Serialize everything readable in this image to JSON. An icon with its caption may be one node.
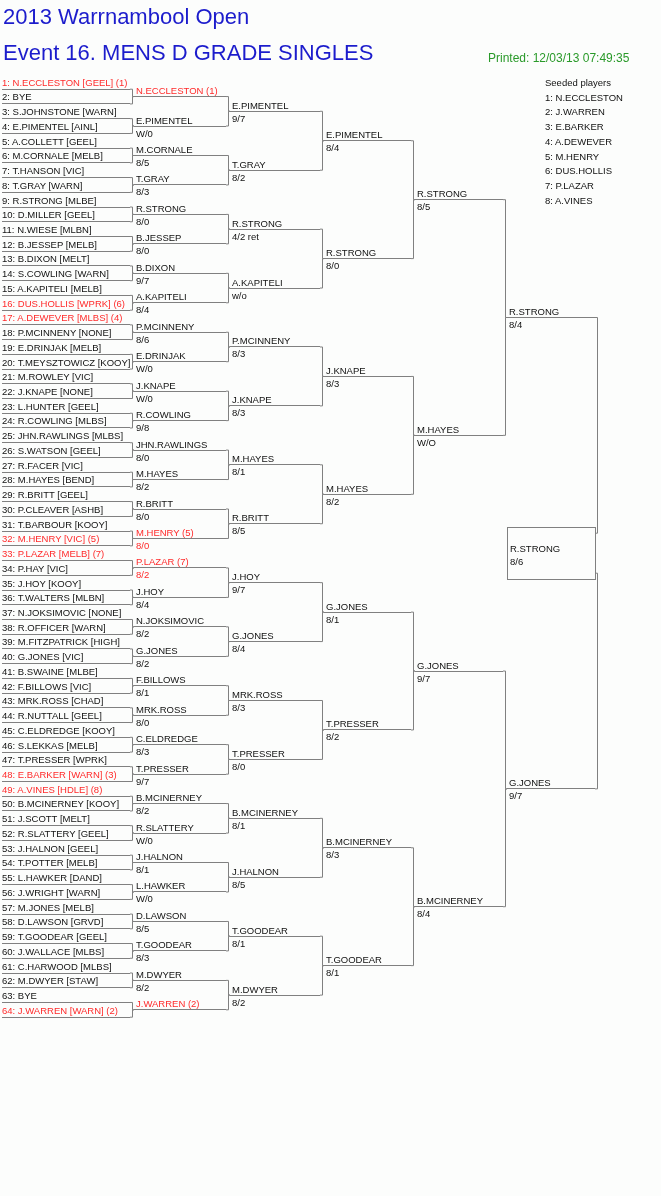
{
  "diagram": {
    "title": "2013 Warrnambool Open",
    "nodes": [
      {
        "text": [
          "1: N.ECCLESTON [GEEL] (1)"
        ]
      },
      {
        "text": [
          "2: BYE"
        ]
      },
      {
        "text": [
          "3: S.JOHNSTONE [WARN]"
        ]
      },
      {
        "text": [
          "4: E.PIMENTEL [AINL]"
        ]
      },
      {
        "text": [
          "5: A.COLLETT [GEEL]"
        ]
      },
      {
        "text": [
          "6: M.CORNALE [MELB]"
        ]
      },
      {
        "text": [
          "7: T.HANSON [VIC]"
        ]
      },
      {
        "text": [
          "8: T.GRAY [WARN]"
        ]
      },
      {
        "text": [
          "9: R.STRONG [MLBE]"
        ]
      },
      {
        "text": [
          "10: D.MILLER [GEEL]"
        ]
      },
      {
        "text": [
          "11: N.WIESE [MLBN]"
        ]
      },
      {
        "text": [
          "12: B.JESSEP [MELB]"
        ]
      },
      {
        "text": [
          "13: B.DIXON [MELT]"
        ]
      },
      {
        "text": [
          "14: S.COWLING [WARN]"
        ]
      },
      {
        "text": [
          "15: A.KAPITELI [MELB]"
        ]
      },
      {
        "text": [
          "16: DUS.HOLLIS [WPRK] (6)"
        ]
      },
      {
        "text": [
          "17: A.DEWEVER [MLBS] (4)"
        ]
      },
      {
        "text": [
          "18: P.MCINNENY [NONE]"
        ]
      },
      {
        "text": [
          "19: E.DRINJAK [MELB]"
        ]
      },
      {
        "text": [
          "20: T.MEYSZTOWICZ [KOOY]"
        ]
      },
      {
        "text": [
          "21: M.ROWLEY [VIC]"
        ]
      },
      {
        "text": [
          "22: J.KNAPE [NONE]"
        ]
      },
      {
        "text": [
          "23: L.HUNTER [GEEL]"
        ]
      },
      {
        "text": [
          "24: R.COWLING [MLBS]"
        ]
      },
      {
        "text": [
          "25: JHN.RAWLINGS [MLBS]"
        ]
      },
      {
        "text": [
          "26: S.WATSON [GEEL]"
        ]
      },
      {
        "text": [
          "27: R.FACER [VIC]"
        ]
      },
      {
        "text": [
          "28: M.HAYES [BEND]"
        ]
      },
      {
        "text": [
          "29: R.BRITT [GEEL]"
        ]
      },
      {
        "text": [
          "30: P.CLEAVER [ASHB]"
        ]
      },
      {
        "text": [
          "31: T.BARBOUR [KOOY]"
        ]
      },
      {
        "text": [
          "32: M.HENRY [VIC] (5)"
        ]
      },
      {
        "text": [
          "33: P.LAZAR [MELB] (7)"
        ]
      },
      {
        "text": [
          "34: P.HAY [VIC]"
        ]
      },
      {
        "text": [
          "35: J.HOY [KOOY]"
        ]
      },
      {
        "text": [
          "36: T.WALTERS [MLBN]"
        ]
      },
      {
        "text": [
          "37: N.JOKSIMOVIC [NONE]"
        ]
      },
      {
        "text": [
          "38: R.OFFICER [WARN]"
        ]
      },
      {
        "text": [
          "39: M.FITZPATRICK [HIGH]"
        ]
      },
      {
        "text": [
          "40: G.JONES [VIC]"
        ]
      },
      {
        "text": [
          "41: B.SWAINE [MLBE]"
        ]
      },
      {
        "text": [
          "42: F.BILLOWS [VIC]"
        ]
      },
      {
        "text": [
          "43: MRK.ROSS [CHAD]"
        ]
      },
      {
        "text": [
          "44: R.NUTTALL [GEEL]"
        ]
      },
      {
        "text": [
          "45: C.ELDREDGE [KOOY]"
        ]
      },
      {
        "text": [
          "46: S.LEKKAS [MELB]"
        ]
      },
      {
        "text": [
          "47: T.PRESSER [WPRK]"
        ]
      },
      {
        "text": [
          "48: E.BARKER [WARN] (3)"
        ]
      },
      {
        "text": [
          "49: A.VINES [HDLE] (8)"
        ]
      },
      {
        "text": [
          "50: B.MCINERNEY [KOOY]"
        ]
      },
      {
        "text": [
          "51: J.SCOTT [MELT]"
        ]
      },
      {
        "text": [
          "52: R.SLATTERY [GEEL]"
        ]
      },
      {
        "text": [
          "53: J.HALNON [GEEL]"
        ]
      },
      {
        "text": [
          "54: T.POTTER [MELB]"
        ]
      },
      {
        "text": [
          "55: L.HAWKER [DAND]"
        ]
      },
      {
        "text": [
          "56: J.WRIGHT [WARN]"
        ]
      },
      {
        "text": [
          "57: M.JONES [MELB]"
        ]
      },
      {
        "text": [
          "58: D.LAWSON [GRVD]"
        ]
      },
      {
        "text": [
          "59: T.GOODEAR [GEEL]"
        ]
      },
      {
        "text": [
          "60: J.WALLACE [MLBS]"
        ]
      },
      {
        "text": [
          "61: C.HARWOOD [MLBS]"
        ]
      },
      {
        "text": [
          "62: M.DWYER [STAW]"
        ]
      },
      {
        "text": [
          "63: BYE"
        ]
      },
      {
        "text": [
          "64: J.WARREN [WARN] (2)"
        ]
      },
      {
        "text": [
          "N.ECCLESTON (1)"
        ]
      },
      {
        "text": [
          "E.PIMENTEL",
          "W/0"
        ]
      },
      {
        "text": [
          "M.CORNALE",
          "8/5"
        ]
      },
      {
        "text": [
          "T.GRAY",
          "8/3"
        ]
      },
      {
        "text": [
          "R.STRONG",
          "8/0"
        ]
      },
      {
        "text": [
          "B.JESSEP",
          "8/0"
        ]
      },
      {
        "text": [
          "B.DIXON",
          "9/7"
        ]
      },
      {
        "text": [
          "A.KAPITELI",
          "8/4"
        ]
      },
      {
        "text": [
          "P.MCINNENY",
          "8/6"
        ]
      },
      {
        "text": [
          "E.DRINJAK",
          "W/0"
        ]
      },
      {
        "text": [
          "J.KNAPE",
          "W/0"
        ]
      },
      {
        "text": [
          "R.COWLING",
          "9/8"
        ]
      },
      {
        "text": [
          "JHN.RAWLINGS",
          "8/0"
        ]
      },
      {
        "text": [
          "M.HAYES",
          "8/2"
        ]
      },
      {
        "text": [
          "R.BRITT",
          "8/0"
        ]
      },
      {
        "text": [
          "M.HENRY (5)",
          "8/0"
        ]
      },
      {
        "text": [
          "P.LAZAR (7)",
          "8/2"
        ]
      },
      {
        "text": [
          "J.HOY",
          "8/4"
        ]
      },
      {
        "text": [
          "N.JOKSIMOVIC",
          "8/2"
        ]
      },
      {
        "text": [
          "G.JONES",
          "8/2"
        ]
      },
      {
        "text": [
          "F.BILLOWS",
          "8/1"
        ]
      },
      {
        "text": [
          "MRK.ROSS",
          "8/0"
        ]
      },
      {
        "text": [
          "C.ELDREDGE",
          "8/3"
        ]
      },
      {
        "text": [
          "T.PRESSER",
          "9/7"
        ]
      },
      {
        "text": [
          "B.MCINERNEY",
          "8/2"
        ]
      },
      {
        "text": [
          "R.SLATTERY",
          "W/0"
        ]
      },
      {
        "text": [
          "J.HALNON",
          "8/1"
        ]
      },
      {
        "text": [
          "L.HAWKER",
          "W/0"
        ]
      },
      {
        "text": [
          "D.LAWSON",
          "8/5"
        ]
      },
      {
        "text": [
          "T.GOODEAR",
          "8/3"
        ]
      },
      {
        "text": [
          "M.DWYER",
          "8/2"
        ]
      },
      {
        "text": [
          "J.WARREN (2)"
        ]
      },
      {
        "text": [
          "E.PIMENTEL",
          "9/7"
        ]
      },
      {
        "text": [
          "T.GRAY",
          "8/2"
        ]
      },
      {
        "text": [
          "R.STRONG",
          "4/2 ret"
        ]
      },
      {
        "text": [
          "A.KAPITELI",
          "w/o"
        ]
      },
      {
        "text": [
          "P.MCINNENY",
          "8/3"
        ]
      },
      {
        "text": [
          "J.KNAPE",
          "8/3"
        ]
      },
      {
        "text": [
          "M.HAYES",
          "8/1"
        ]
      },
      {
        "text": [
          "R.BRITT",
          "8/5"
        ]
      },
      {
        "text": [
          "J.HOY",
          "9/7"
        ]
      },
      {
        "text": [
          "G.JONES",
          "8/4"
        ]
      },
      {
        "text": [
          "MRK.ROSS",
          "8/3"
        ]
      },
      {
        "text": [
          "T.PRESSER",
          "8/0"
        ]
      },
      {
        "text": [
          "B.MCINERNEY",
          "8/1"
        ]
      },
      {
        "text": [
          "J.HALNON",
          "8/5"
        ]
      },
      {
        "text": [
          "T.GOODEAR",
          "8/1"
        ]
      },
      {
        "text": [
          "M.DWYER",
          "8/2"
        ]
      },
      {
        "text": [
          "E.PIMENTEL",
          "8/4"
        ]
      },
      {
        "text": [
          "R.STRONG",
          "8/0"
        ]
      },
      {
        "text": [
          "J.KNAPE",
          "8/3"
        ]
      },
      {
        "text": [
          "M.HAYES",
          "8/2"
        ]
      },
      {
        "text": [
          "G.JONES",
          "8/1"
        ]
      },
      {
        "text": [
          "T.PRESSER",
          "8/2"
        ]
      },
      {
        "text": [
          "B.MCINERNEY",
          "8/3"
        ]
      },
      {
        "text": [
          "T.GOODEAR",
          "8/1"
        ]
      },
      {
        "text": [
          "R.STRONG",
          "8/5"
        ]
      },
      {
        "text": [
          "M.HAYES",
          "W/O"
        ]
      },
      {
        "text": [
          "G.JONES",
          "9/7"
        ]
      },
      {
        "text": [
          "B.MCINERNEY",
          "8/4"
        ]
      },
      {
        "text": [
          "R.STRONG",
          "8/4"
        ]
      },
      {
        "text": [
          "G.JONES",
          "9/7"
        ]
      },
      {
        "text": [
          "R.STRONG",
          "8/6"
        ]
      }
    ],
    "edges": [
      {
        "from": 0,
        "to": 64,
        "arrow": "none"
      },
      {
        "from": 1,
        "to": 64,
        "arrow": "none"
      },
      {
        "from": 2,
        "to": 65,
        "arrow": "none"
      },
      {
        "from": 3,
        "to": 65,
        "arrow": "none"
      },
      {
        "from": 4,
        "to": 66,
        "arrow": "none"
      },
      {
        "from": 5,
        "to": 66,
        "arrow": "none"
      },
      {
        "from": 6,
        "to": 67,
        "arrow": "none"
      },
      {
        "from": 7,
        "to": 67,
        "arrow": "none"
      },
      {
        "from": 8,
        "to": 68,
        "arrow": "none"
      },
      {
        "from": 9,
        "to": 68,
        "arrow": "none"
      },
      {
        "from": 10,
        "to": 69,
        "arrow": "none"
      },
      {
        "from": 11,
        "to": 69,
        "arrow": "none"
      },
      {
        "from": 12,
        "to": 70,
        "arrow": "none"
      },
      {
        "from": 13,
        "to": 70,
        "arrow": "none"
      },
      {
        "from": 14,
        "to": 71,
        "arrow": "none"
      },
      {
        "from": 15,
        "to": 71,
        "arrow": "none"
      },
      {
        "from": 16,
        "to": 72,
        "arrow": "none"
      },
      {
        "from": 17,
        "to": 72,
        "arrow": "none"
      },
      {
        "from": 18,
        "to": 73,
        "arrow": "none"
      },
      {
        "from": 19,
        "to": 73,
        "arrow": "none"
      },
      {
        "from": 20,
        "to": 74,
        "arrow": "none"
      },
      {
        "from": 21,
        "to": 74,
        "arrow": "none"
      },
      {
        "from": 22,
        "to": 75,
        "arrow": "none"
      },
      {
        "from": 23,
        "to": 75,
        "arrow": "none"
      },
      {
        "from": 24,
        "to": 76,
        "arrow": "none"
      },
      {
        "from": 25,
        "to": 76,
        "arrow": "none"
      },
      {
        "from": 26,
        "to": 77,
        "arrow": "none"
      },
      {
        "from": 27,
        "to": 77,
        "arrow": "none"
      },
      {
        "from": 28,
        "to": 78,
        "arrow": "none"
      },
      {
        "from": 29,
        "to": 78,
        "arrow": "none"
      },
      {
        "from": 30,
        "to": 79,
        "arrow": "none"
      },
      {
        "from": 31,
        "to": 79,
        "arrow": "none"
      },
      {
        "from": 32,
        "to": 80,
        "arrow": "none"
      },
      {
        "from": 33,
        "to": 80,
        "arrow": "none"
      },
      {
        "from": 34,
        "to": 81,
        "arrow": "none"
      },
      {
        "from": 35,
        "to": 81,
        "arrow": "none"
      },
      {
        "from": 36,
        "to": 82,
        "arrow": "none"
      },
      {
        "from": 37,
        "to": 82,
        "arrow": "none"
      },
      {
        "from": 38,
        "to": 83,
        "arrow": "none"
      },
      {
        "from": 39,
        "to": 83,
        "arrow": "none"
      },
      {
        "from": 40,
        "to": 84,
        "arrow": "none"
      },
      {
        "from": 41,
        "to": 84,
        "arrow": "none"
      },
      {
        "from": 42,
        "to": 85,
        "arrow": "none"
      },
      {
        "from": 43,
        "to": 85,
        "arrow": "none"
      },
      {
        "from": 44,
        "to": 86,
        "arrow": "none"
      },
      {
        "from": 45,
        "to": 86,
        "arrow": "none"
      },
      {
        "from": 46,
        "to": 87,
        "arrow": "none"
      },
      {
        "from": 47,
        "to": 87,
        "arrow": "none"
      },
      {
        "from": 48,
        "to": 88,
        "arrow": "none"
      },
      {
        "from": 49,
        "to": 88,
        "arrow": "none"
      },
      {
        "from": 50,
        "to": 89,
        "arrow": "none"
      },
      {
        "from": 51,
        "to": 89,
        "arrow": "none"
      },
      {
        "from": 52,
        "to": 90,
        "arrow": "none"
      },
      {
        "from": 53,
        "to": 90,
        "arrow": "none"
      },
      {
        "from": 54,
        "to": 91,
        "arrow": "none"
      },
      {
        "from": 55,
        "to": 91,
        "arrow": "none"
      },
      {
        "from": 56,
        "to": 92,
        "arrow": "none"
      },
      {
        "from": 57,
        "to": 92,
        "arrow": "none"
      },
      {
        "from": 58,
        "to": 93,
        "arrow": "none"
      },
      {
        "from": 59,
        "to": 93,
        "arrow": "none"
      },
      {
        "from": 60,
        "to": 94,
        "arrow": "none"
      },
      {
        "from": 61,
        "to": 94,
        "arrow": "none"
      },
      {
        "from": 62,
        "to": 95,
        "arrow": "none"
      },
      {
        "from": 63,
        "to": 95,
        "arrow": "none"
      },
      {
        "from": 64,
        "to": 96,
        "arrow": "none"
      },
      {
        "from": 65,
        "to": 96,
        "arrow": "none"
      },
      {
        "from": 66,
        "to": 97,
        "arrow": "none"
      },
      {
        "from": 67,
        "to": 97,
        "arrow": "none"
      },
      {
        "from": 68,
        "to": 98,
        "arrow": "none"
      },
      {
        "from": 69,
        "to": 98,
        "arrow": "none"
      },
      {
        "from": 70,
        "to": 99,
        "arrow": "none"
      },
      {
        "from": 71,
        "to": 99,
        "arrow": "none"
      },
      {
        "from": 72,
        "to": 100,
        "arrow": "none"
      },
      {
        "from": 73,
        "to": 100,
        "arrow": "none"
      },
      {
        "from": 74,
        "to": 101,
        "arrow": "none"
      },
      {
        "from": 75,
        "to": 101,
        "arrow": "none"
      },
      {
        "from": 76,
        "to": 102,
        "arrow": "none"
      },
      {
        "from": 77,
        "to": 102,
        "arrow": "none"
      },
      {
        "from": 78,
        "to": 103,
        "arrow": "none"
      },
      {
        "from": 79,
        "to": 103,
        "arrow": "none"
      },
      {
        "from": 80,
        "to": 104,
        "arrow": "none"
      },
      {
        "from": 81,
        "to": 104,
        "arrow": "none"
      },
      {
        "from": 82,
        "to": 105,
        "arrow": "none"
      },
      {
        "from": 83,
        "to": 105,
        "arrow": "none"
      },
      {
        "from": 84,
        "to": 106,
        "arrow": "none"
      },
      {
        "from": 85,
        "to": 106,
        "arrow": "none"
      },
      {
        "from": 86,
        "to": 107,
        "arrow": "none"
      },
      {
        "from": 87,
        "to": 107,
        "arrow": "none"
      },
      {
        "from": 88,
        "to": 108,
        "arrow": "none"
      },
      {
        "from": 89,
        "to": 108,
        "arrow": "none"
      },
      {
        "from": 90,
        "to": 109,
        "arrow": "none"
      },
      {
        "from": 91,
        "to": 109,
        "arrow": "none"
      },
      {
        "from": 92,
        "to": 110,
        "arrow": "none"
      },
      {
        "from": 93,
        "to": 110,
        "arrow": "none"
      },
      {
        "from": 94,
        "to": 111,
        "arrow": "none"
      },
      {
        "from": 95,
        "to": 111,
        "arrow": "none"
      },
      {
        "from": 96,
        "to": 112,
        "arrow": "none"
      },
      {
        "from": 97,
        "to": 112,
        "arrow": "none"
      },
      {
        "from": 98,
        "to": 113,
        "arrow": "none"
      },
      {
        "from": 99,
        "to": 113,
        "arrow": "none"
      },
      {
        "from": 100,
        "to": 114,
        "arrow": "none"
      },
      {
        "from": 101,
        "to": 114,
        "arrow": "none"
      },
      {
        "from": 102,
        "to": 115,
        "arrow": "none"
      },
      {
        "from": 103,
        "to": 115,
        "arrow": "none"
      },
      {
        "from": 104,
        "to": 116,
        "arrow": "none"
      },
      {
        "from": 105,
        "to": 116,
        "arrow": "none"
      },
      {
        "from": 106,
        "to": 117,
        "arrow": "none"
      },
      {
        "from": 107,
        "to": 117,
        "arrow": "none"
      },
      {
        "from": 108,
        "to": 118,
        "arrow": "none"
      },
      {
        "from": 109,
        "to": 118,
        "arrow": "none"
      },
      {
        "from": 110,
        "to": 119,
        "arrow": "none"
      },
      {
        "from": 111,
        "to": 119,
        "arrow": "none"
      },
      {
        "from": 112,
        "to": 120,
        "arrow": "none"
      },
      {
        "from": 113,
        "to": 120,
        "arrow": "none"
      },
      {
        "from": 114,
        "to": 121,
        "arrow": "none"
      },
      {
        "from": 115,
        "to": 121,
        "arrow": "none"
      },
      {
        "from": 116,
        "to": 122,
        "arrow": "none"
      },
      {
        "from": 117,
        "to": 122,
        "arrow": "none"
      },
      {
        "from": 118,
        "to": 123,
        "arrow": "none"
      },
      {
        "from": 119,
        "to": 123,
        "arrow": "none"
      },
      {
        "from": 120,
        "to": 124,
        "arrow": "none"
      },
      {
        "from": 121,
        "to": 124,
        "arrow": "none"
      },
      {
        "from": 122,
        "to": 125,
        "arrow": "none"
      },
      {
        "from": 123,
        "to": 125,
        "arrow": "none"
      },
      {
        "from": 124,
        "to": 126,
        "arrow": "none"
      },
      {
        "from": 125,
        "to": 126,
        "arrow": "none"
      }
    ],
    "labels": [
      "Event 16. MENS D GRADE SINGLES",
      "Printed: 12/03/13 07:49:35",
      "Seeded players",
      "1: N.ECCLESTON",
      "2: J.WARREN",
      "3: E.BARKER",
      "4: A.DEWEVER",
      "5: M.HENRY",
      "6: DUS.HOLLIS",
      "7: P.LAZAR",
      "8: A.VINES"
    ]
  }
}
